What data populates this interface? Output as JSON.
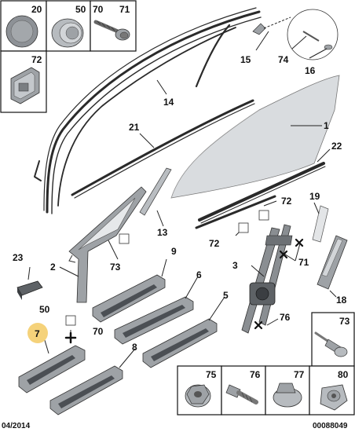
{
  "callouts": {
    "c1": "1",
    "c2": "2",
    "c3": "3",
    "c5": "5",
    "c6": "6",
    "c7": "7",
    "c8": "8",
    "c9": "9",
    "c13": "13",
    "c14": "14",
    "c15": "15",
    "c16": "16",
    "c18": "18",
    "c19": "19",
    "c21": "21",
    "c22": "22",
    "c23": "23",
    "c50": "50",
    "c70": "70",
    "c71": "71",
    "c72a": "72",
    "c72b": "72",
    "c73": "73",
    "c74": "74",
    "c76": "76"
  },
  "boxes": {
    "b20": "20",
    "b50": "50",
    "b70": "70",
    "b71": "71",
    "b72": "72",
    "b73": "73",
    "b75": "75",
    "b76": "76",
    "b77": "77",
    "b80": "80"
  },
  "footer": {
    "date": "04/2014",
    "ref": "00088049"
  },
  "colors": {
    "highlight": "#f5d27a",
    "glass": "#d9dcdf"
  }
}
